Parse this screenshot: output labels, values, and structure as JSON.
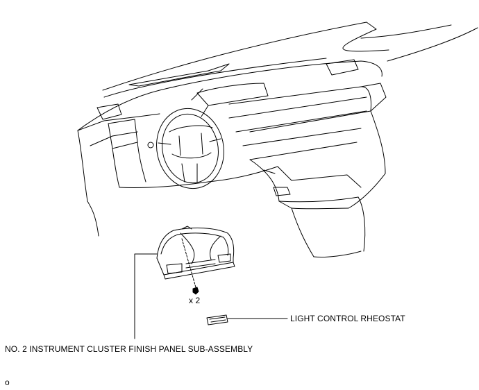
{
  "callouts": {
    "light_control_rheostat": "LIGHT CONTROL RHEOSTAT",
    "cluster_finish_panel": "NO. 2 INSTRUMENT CLUSTER FINISH PANEL SUB-ASSEMBLY",
    "clip_quantity": "x 2"
  },
  "figure_code": "o",
  "colors": {
    "line": "#000000",
    "background": "#ffffff"
  }
}
